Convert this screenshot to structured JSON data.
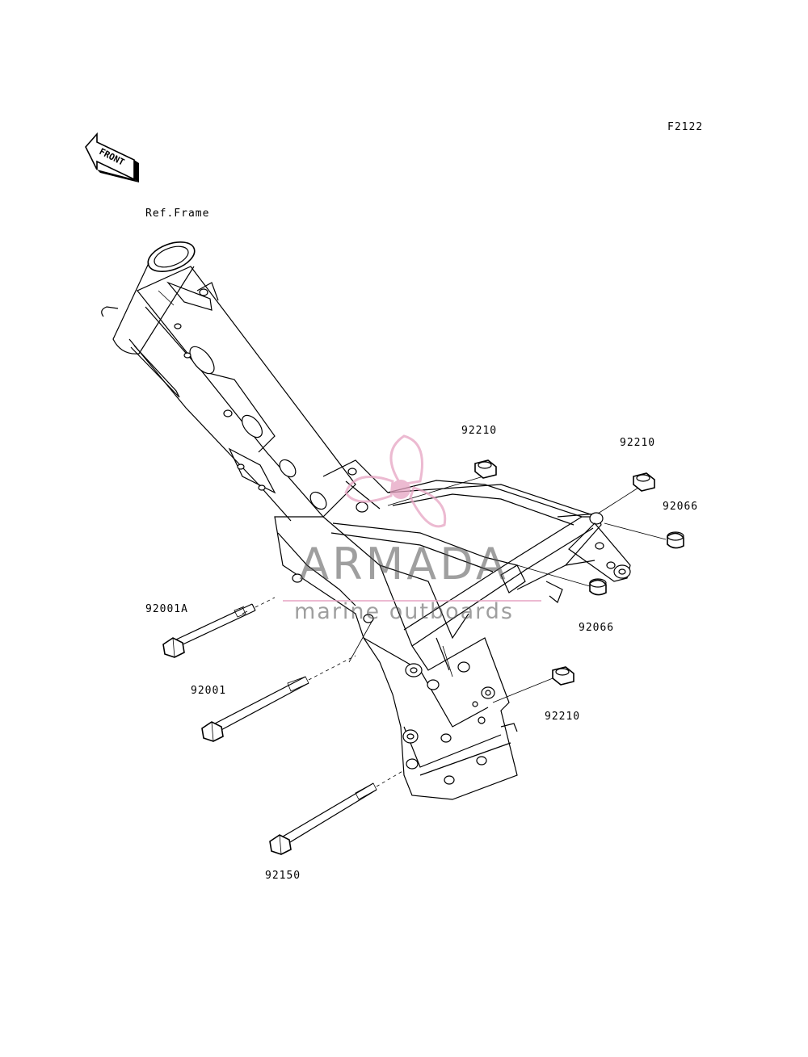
{
  "figure_code": "F2122",
  "front_label": "FRONT",
  "ref_label": "Ref.Frame",
  "watermark": {
    "brand": "ARMADA",
    "tagline": "marine outboards",
    "color": "#e6a3c2"
  },
  "parts": [
    {
      "id": "p1",
      "number": "92210"
    },
    {
      "id": "p2",
      "number": "92210"
    },
    {
      "id": "p3",
      "number": "92066"
    },
    {
      "id": "p4",
      "number": "92066"
    },
    {
      "id": "p5",
      "number": "92001A"
    },
    {
      "id": "p6",
      "number": "92001"
    },
    {
      "id": "p7",
      "number": "92210"
    },
    {
      "id": "p8",
      "number": "92150"
    }
  ]
}
